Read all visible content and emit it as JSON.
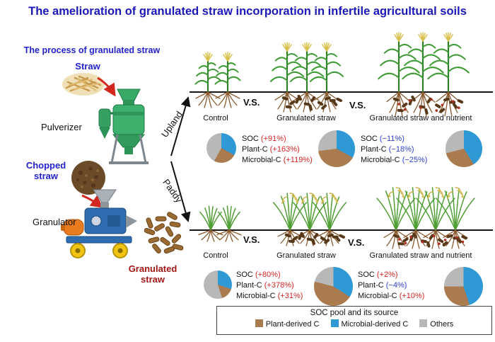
{
  "title": "The amelioration of granulated straw incorporation in infertile agricultural soils",
  "colors": {
    "title_blue": "#1b18b8",
    "process_blue": "#2323cc",
    "granulated_red": "#a31616",
    "positive": "#d42421",
    "negative": "#2b3fd0",
    "arrow_red": "#d2271e"
  },
  "process": {
    "heading": "The process of granulated straw",
    "straw": "Straw",
    "pulverizer": "Pulverizer",
    "chopped_straw": "Chopped straw",
    "granulator": "Granulator",
    "granulated_straw": "Granulated straw"
  },
  "branches": {
    "upland": "Upland",
    "paddy": "Paddy"
  },
  "vs_label": "V.S.",
  "panels": [
    {
      "id": "upland",
      "conditions": [
        "Control",
        "Granulated straw",
        "Granulated straw and nutrient"
      ],
      "comparisons": [
        {
          "lines": [
            {
              "label": "SOC",
              "value": "(+91%)",
              "trend": "up"
            },
            {
              "label": "Plant-C",
              "value": "(+163%)",
              "trend": "up"
            },
            {
              "label": "Microbial-C",
              "value": "(+119%)",
              "trend": "up"
            }
          ]
        },
        {
          "lines": [
            {
              "label": "SOC",
              "value": "(−11%)",
              "trend": "down"
            },
            {
              "label": "Plant-C",
              "value": "(−18%)",
              "trend": "down"
            },
            {
              "label": "Microbial-C",
              "value": "(−25%)",
              "trend": "down"
            }
          ]
        }
      ]
    },
    {
      "id": "paddy",
      "conditions": [
        "Control",
        "Granulated straw",
        "Granulated straw and nutrient"
      ],
      "comparisons": [
        {
          "lines": [
            {
              "label": "SOC",
              "value": "(+80%)",
              "trend": "up"
            },
            {
              "label": "Plant-C",
              "value": "(+378%)",
              "trend": "up"
            },
            {
              "label": "Microbial-C",
              "value": "(+31%)",
              "trend": "up"
            }
          ]
        },
        {
          "lines": [
            {
              "label": "SOC",
              "value": "(+2%)",
              "trend": "up"
            },
            {
              "label": "Plant-C",
              "value": "(−4%)",
              "trend": "down"
            },
            {
              "label": "Microbial-C",
              "value": "(+10%)",
              "trend": "up"
            }
          ]
        }
      ]
    }
  ],
  "legend": {
    "title": "SOC pool and its source",
    "items": [
      {
        "label": "Plant-derived C",
        "color": "#ab7b50"
      },
      {
        "label": "Microbial-derived C",
        "color": "#2e99d4"
      },
      {
        "label": "Others",
        "color": "#b8b8b8"
      }
    ]
  },
  "chart_data": [
    {
      "type": "pie",
      "title": "Upland Control",
      "categories": [
        "Plant-derived C",
        "Microbial-derived C",
        "Others"
      ],
      "values": [
        25,
        33,
        42
      ],
      "unit": "% (estimated from figure)"
    },
    {
      "type": "pie",
      "title": "Upland Granulated straw",
      "categories": [
        "Plant-derived C",
        "Microbial-derived C",
        "Others"
      ],
      "values": [
        40,
        33,
        27
      ],
      "unit": "% (estimated from figure)"
    },
    {
      "type": "pie",
      "title": "Upland Granulated straw and nutrient",
      "categories": [
        "Plant-derived C",
        "Microbial-derived C",
        "Others"
      ],
      "values": [
        30,
        41,
        29
      ],
      "unit": "% (estimated from figure)"
    },
    {
      "type": "pie",
      "title": "Paddy Control",
      "categories": [
        "Plant-derived C",
        "Microbial-derived C",
        "Others"
      ],
      "values": [
        15,
        30,
        55
      ],
      "unit": "% (estimated from figure)"
    },
    {
      "type": "pie",
      "title": "Paddy Granulated straw",
      "categories": [
        "Plant-derived C",
        "Microbial-derived C",
        "Others"
      ],
      "values": [
        45,
        34,
        21
      ],
      "unit": "% (estimated from figure)"
    },
    {
      "type": "pie",
      "title": "Paddy Granulated straw and nutrient",
      "categories": [
        "Plant-derived C",
        "Microbial-derived C",
        "Others"
      ],
      "values": [
        30,
        45,
        25
      ],
      "unit": "% (estimated from figure)"
    }
  ]
}
